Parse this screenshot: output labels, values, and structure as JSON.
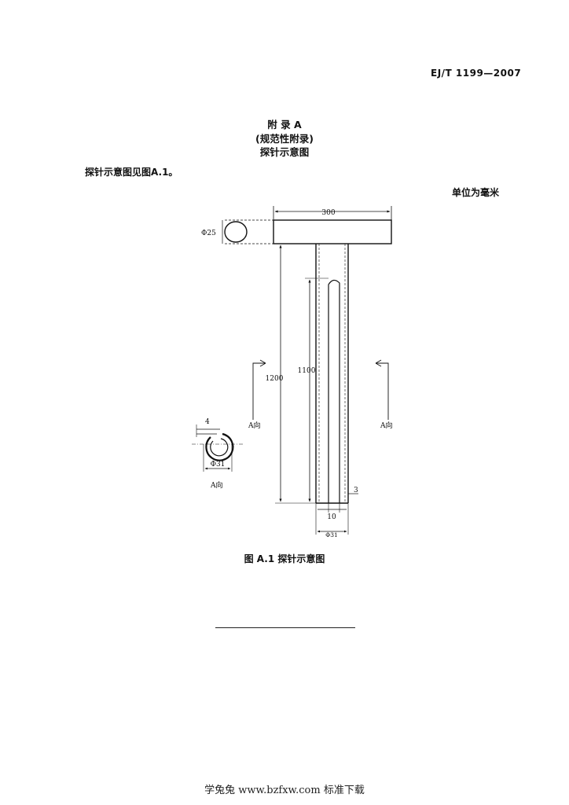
{
  "header": {
    "doc_code": "EJ/T 1199—2007"
  },
  "appendix": {
    "line1": "附 录 A",
    "line2": "(规范性附录)",
    "line3": "探针示意图"
  },
  "intro_text": "探针示意图见图A.1。",
  "unit_note": "单位为毫米",
  "figure": {
    "dim_top_width": "300",
    "dim_handle_dia": "Φ25",
    "dim_total_length": "1200",
    "dim_slot_length": "1100",
    "dim_wall": "3",
    "dim_slot_width": "10",
    "dim_tube_dia": "Φ31",
    "view_label_left": "A向",
    "view_label_right": "A向",
    "section_dim_gap": "4",
    "section_dim_dia": "Φ31",
    "section_label": "A向",
    "caption": "图 A.1   探针示意图"
  },
  "footer": {
    "text": "学兔兔 www.bzfxw.com 标准下载"
  }
}
